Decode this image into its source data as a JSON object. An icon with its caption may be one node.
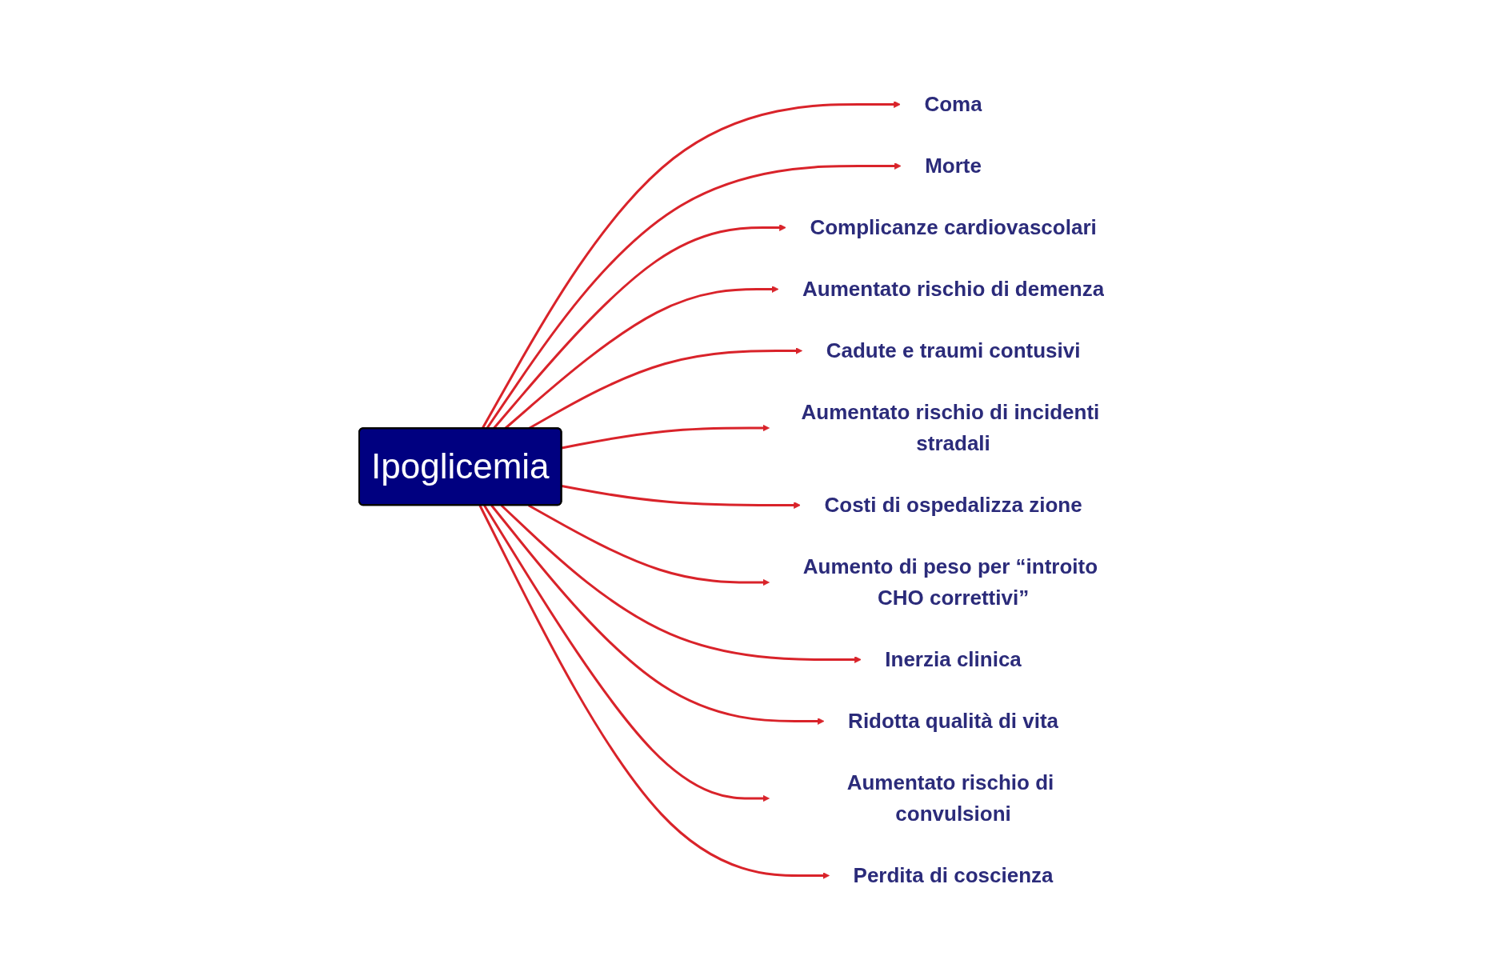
{
  "diagram": {
    "nodes": [
      {
        "text": [
          "Ipoglicemia"
        ]
      },
      {
        "text": [
          "Aumentato rischio di demenza"
        ]
      },
      {
        "text": [
          "Cadute e traumi contusivi"
        ]
      },
      {
        "text": [
          "Complicanze cardiovascolari"
        ]
      },
      {
        "text": [
          "Morte"
        ]
      },
      {
        "text": [
          "Aumentato rischio di incidenti stradali"
        ]
      },
      {
        "text": [
          "Coma"
        ]
      },
      {
        "text": [
          "Costi di ospedalizza zione"
        ]
      },
      {
        "text": [
          "Perdita di coscienza"
        ]
      },
      {
        "text": [
          "Aumentato rischio di convulsioni"
        ]
      },
      {
        "text": [
          "Aumento di peso per “introito CHO correttivi”"
        ]
      },
      {
        "text": [
          "Inerzia clinica"
        ]
      },
      {
        "text": [
          "Ridotta qualità di vita"
        ]
      }
    ],
    "edges": [
      {
        "from": 0,
        "to": 6,
        "arrow": "to"
      },
      {
        "from": 0,
        "to": 4,
        "arrow": "to"
      },
      {
        "from": 0,
        "to": 3,
        "arrow": "to"
      },
      {
        "from": 0,
        "to": 1,
        "arrow": "to"
      },
      {
        "from": 0,
        "to": 2,
        "arrow": "to"
      },
      {
        "from": 0,
        "to": 5,
        "arrow": "to"
      },
      {
        "from": 0,
        "to": 7,
        "arrow": "to"
      },
      {
        "from": 0,
        "to": 10,
        "arrow": "to"
      },
      {
        "from": 0,
        "to": 11,
        "arrow": "to"
      },
      {
        "from": 0,
        "to": 12,
        "arrow": "to"
      },
      {
        "from": 0,
        "to": 9,
        "arrow": "to"
      },
      {
        "from": 0,
        "to": 8,
        "arrow": "to"
      }
    ]
  }
}
